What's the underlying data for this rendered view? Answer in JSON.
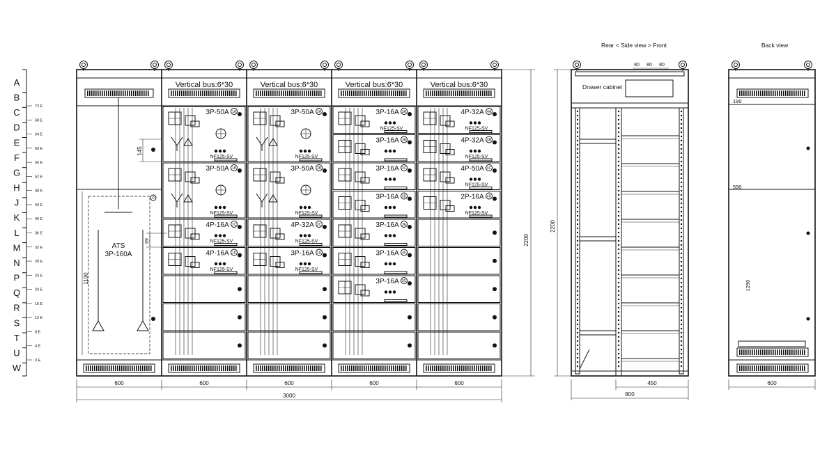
{
  "views": {
    "side_title": "Rear  <  Side view  >  Front",
    "back_title": "Back view"
  },
  "row_letters": [
    "A",
    "B",
    "C",
    "D",
    "E",
    "F",
    "G",
    "H",
    "J",
    "K",
    "L",
    "M",
    "N",
    "P",
    "Q",
    "R",
    "S",
    "T",
    "U",
    "W"
  ],
  "e_scale": [
    "72 E",
    "68 E",
    "64 E",
    "60 E",
    "56 E",
    "52 E",
    "48 E",
    "44 E",
    "40 E",
    "36 E",
    "32 E",
    "28 E",
    "24 E",
    "20 E",
    "16 E",
    "12 E",
    "8 E",
    "4 E",
    "0 E"
  ],
  "front": {
    "bus_label": "Vertical bus:6*30",
    "ats": {
      "name": "ATS",
      "rating": "3P-160A",
      "tag": "0"
    },
    "cabinets": [
      {
        "modules": [
          {
            "tag": "1A",
            "rating": "3P-50A",
            "model": "NF125-SV"
          },
          {
            "tag": "1B",
            "rating": "3P-50A",
            "model": "NF125-SV"
          },
          {
            "tag": "1C",
            "rating": "4P-16A",
            "model": "NF125-SV"
          },
          {
            "tag": "1D",
            "rating": "4P-16A",
            "model": "NF125-SV"
          }
        ]
      },
      {
        "modules": [
          {
            "tag": "2A",
            "rating": "3P-50A",
            "model": "NF125-SV"
          },
          {
            "tag": "2B",
            "rating": "3P-50A",
            "model": "NF125-SV"
          },
          {
            "tag": "2C",
            "rating": "4P-32A",
            "model": "NF125-SV"
          },
          {
            "tag": "2D",
            "rating": "3P-16A",
            "model": "NF125-SV"
          }
        ]
      },
      {
        "modules": [
          {
            "tag": "3A",
            "rating": "3P-16A",
            "model": "NF125-SV"
          },
          {
            "tag": "3B",
            "rating": "3P-16A",
            "model": ""
          },
          {
            "tag": "3C",
            "rating": "3P-16A",
            "model": ""
          },
          {
            "tag": "3D",
            "rating": "3P-16A",
            "model": ""
          },
          {
            "tag": "3E",
            "rating": "3P-16A",
            "model": ""
          },
          {
            "tag": "3F",
            "rating": "3P-16A",
            "model": ""
          },
          {
            "tag": "3G",
            "rating": "3P-16A",
            "model": ""
          }
        ]
      },
      {
        "modules": [
          {
            "tag": "4A",
            "rating": "4P-32A",
            "model": "NF125-SV"
          },
          {
            "tag": "4B",
            "rating": "4P-32A",
            "model": "NF125-SV"
          },
          {
            "tag": "4C",
            "rating": "4P-50A",
            "model": "NF125-SV"
          },
          {
            "tag": "4D",
            "rating": "2P-16A",
            "model": "NF125-SV"
          }
        ]
      }
    ],
    "dims": {
      "widths": [
        "600",
        "600",
        "600",
        "600",
        "600"
      ],
      "total_width": "3000",
      "height": "2200",
      "ats_height": "1190",
      "gap_145": "145",
      "gap_69": "69"
    }
  },
  "side": {
    "drawer_label": "Drawer cabinet",
    "top_dims": [
      "80",
      "80",
      "80"
    ],
    "height": "2200",
    "depth_inner": "450",
    "depth_total": "800"
  },
  "back": {
    "dim_top": "190",
    "dim_mid": "590",
    "dim_low": "1290",
    "width": "600"
  }
}
